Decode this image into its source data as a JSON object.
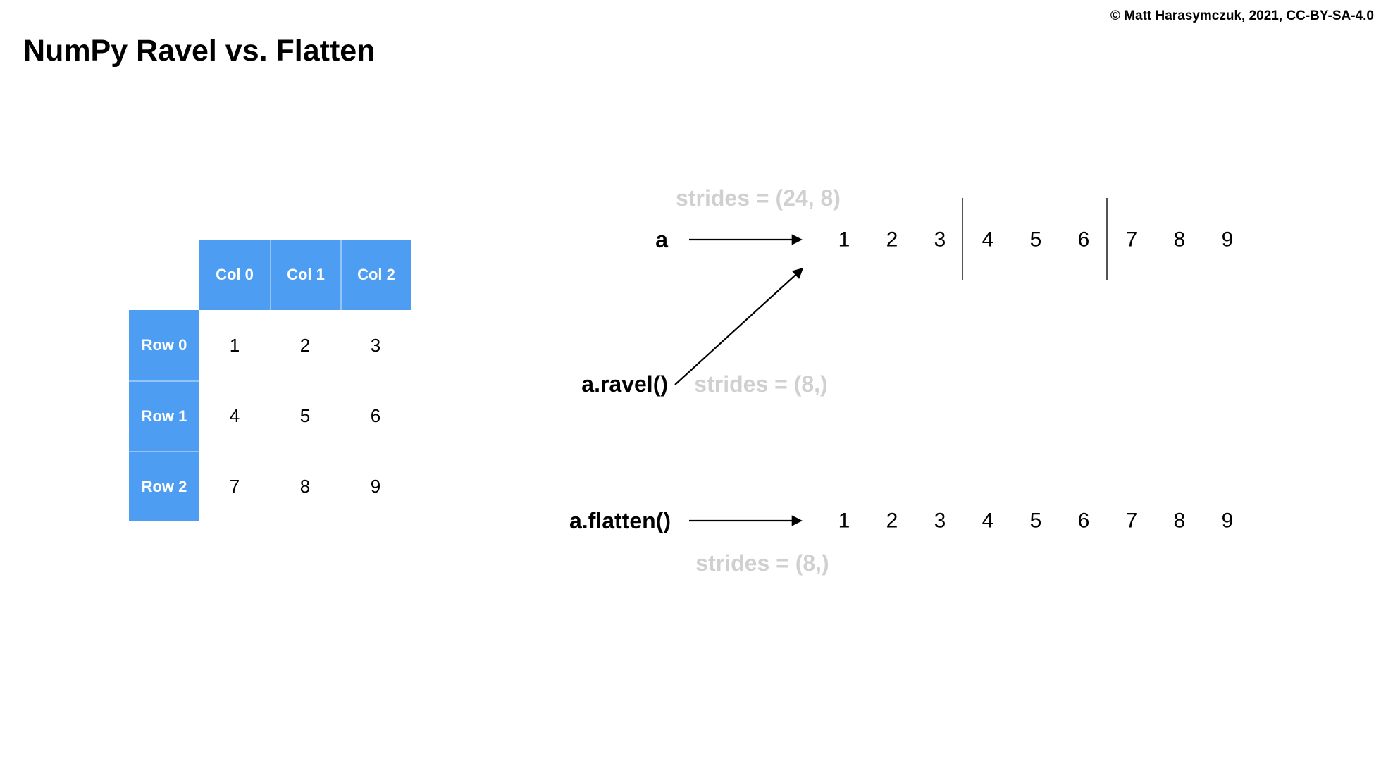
{
  "header": {
    "title": "NumPy Ravel vs. Flatten",
    "copyright": "© Matt Harasymczuk, 2021, CC-BY-SA-4.0"
  },
  "colors": {
    "table_blue": "#4D9DF2",
    "strides_gray": "#D0D0D0",
    "line_black": "#000000"
  },
  "table": {
    "col_headers": [
      "Col 0",
      "Col 1",
      "Col 2"
    ],
    "rows": [
      {
        "label": "Row 0",
        "values": [
          "1",
          "2",
          "3"
        ]
      },
      {
        "label": "Row 1",
        "values": [
          "4",
          "5",
          "6"
        ]
      },
      {
        "label": "Row 2",
        "values": [
          "7",
          "8",
          "9"
        ]
      }
    ]
  },
  "diagram": {
    "a": {
      "label": "a",
      "strides": "strides = (24, 8)",
      "values": [
        "1",
        "2",
        "3",
        "4",
        "5",
        "6",
        "7",
        "8",
        "9"
      ]
    },
    "ravel": {
      "label": "a.ravel()",
      "strides": "strides = (8,)"
    },
    "flatten": {
      "label": "a.flatten()",
      "strides": "strides = (8,)",
      "values": [
        "1",
        "2",
        "3",
        "4",
        "5",
        "6",
        "7",
        "8",
        "9"
      ]
    }
  }
}
